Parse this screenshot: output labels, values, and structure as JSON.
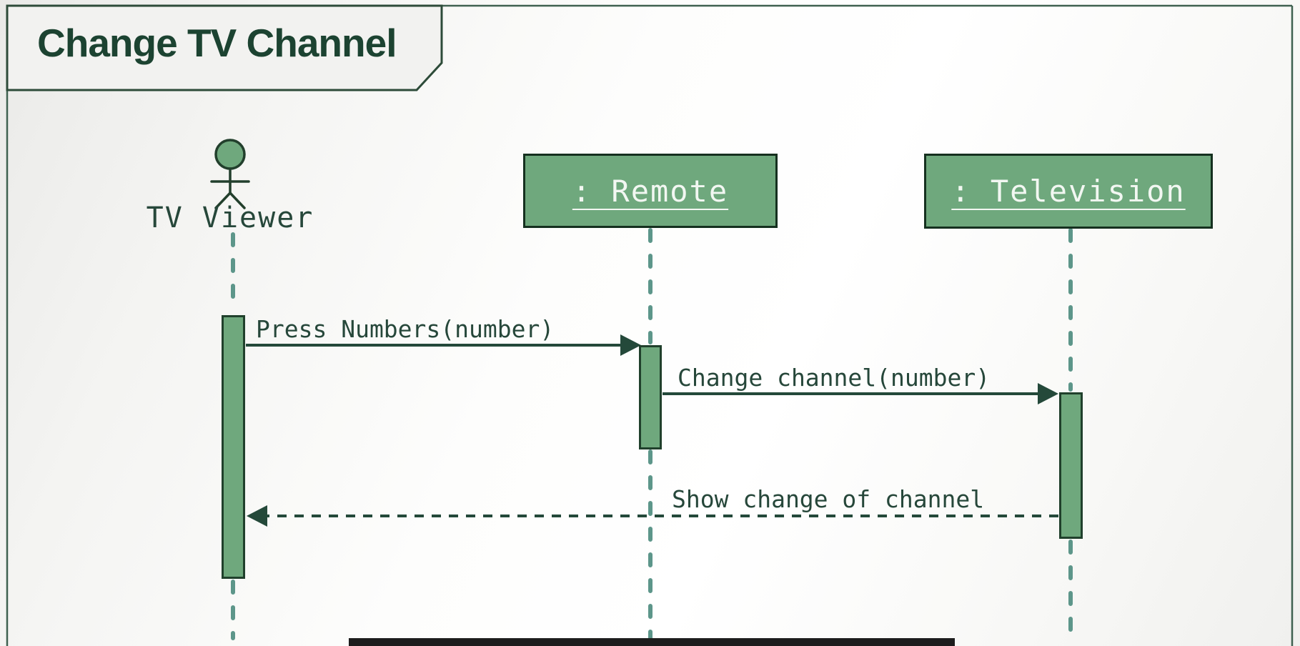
{
  "diagram": {
    "title": "Change TV Channel",
    "kind": "UML sequence diagram",
    "participants": [
      {
        "id": "tv-viewer",
        "type": "actor",
        "label": "TV Viewer"
      },
      {
        "id": "remote",
        "type": "object",
        "label": ": Remote"
      },
      {
        "id": "television",
        "type": "object",
        "label": ": Television"
      }
    ],
    "messages": [
      {
        "from": "TV Viewer",
        "to": "Remote",
        "label": "Press Numbers(number)",
        "line": "solid",
        "direction": "right"
      },
      {
        "from": "Remote",
        "to": "Television",
        "label": "Change channel(number)",
        "line": "solid",
        "direction": "right"
      },
      {
        "from": "Television",
        "to": "TV Viewer",
        "label": "Show change of channel",
        "line": "dashed",
        "direction": "left"
      }
    ],
    "colors": {
      "fill_green": "#6fa87d",
      "border_dark": "#1e3b29",
      "title_text": "#1c4331",
      "message_text": "#26473a",
      "lifeline_teal": "#5d968a",
      "box_label_text": "#f2f7f2",
      "frame_border": "#3f6150",
      "bottom_bar": "#1d1d1d"
    }
  }
}
